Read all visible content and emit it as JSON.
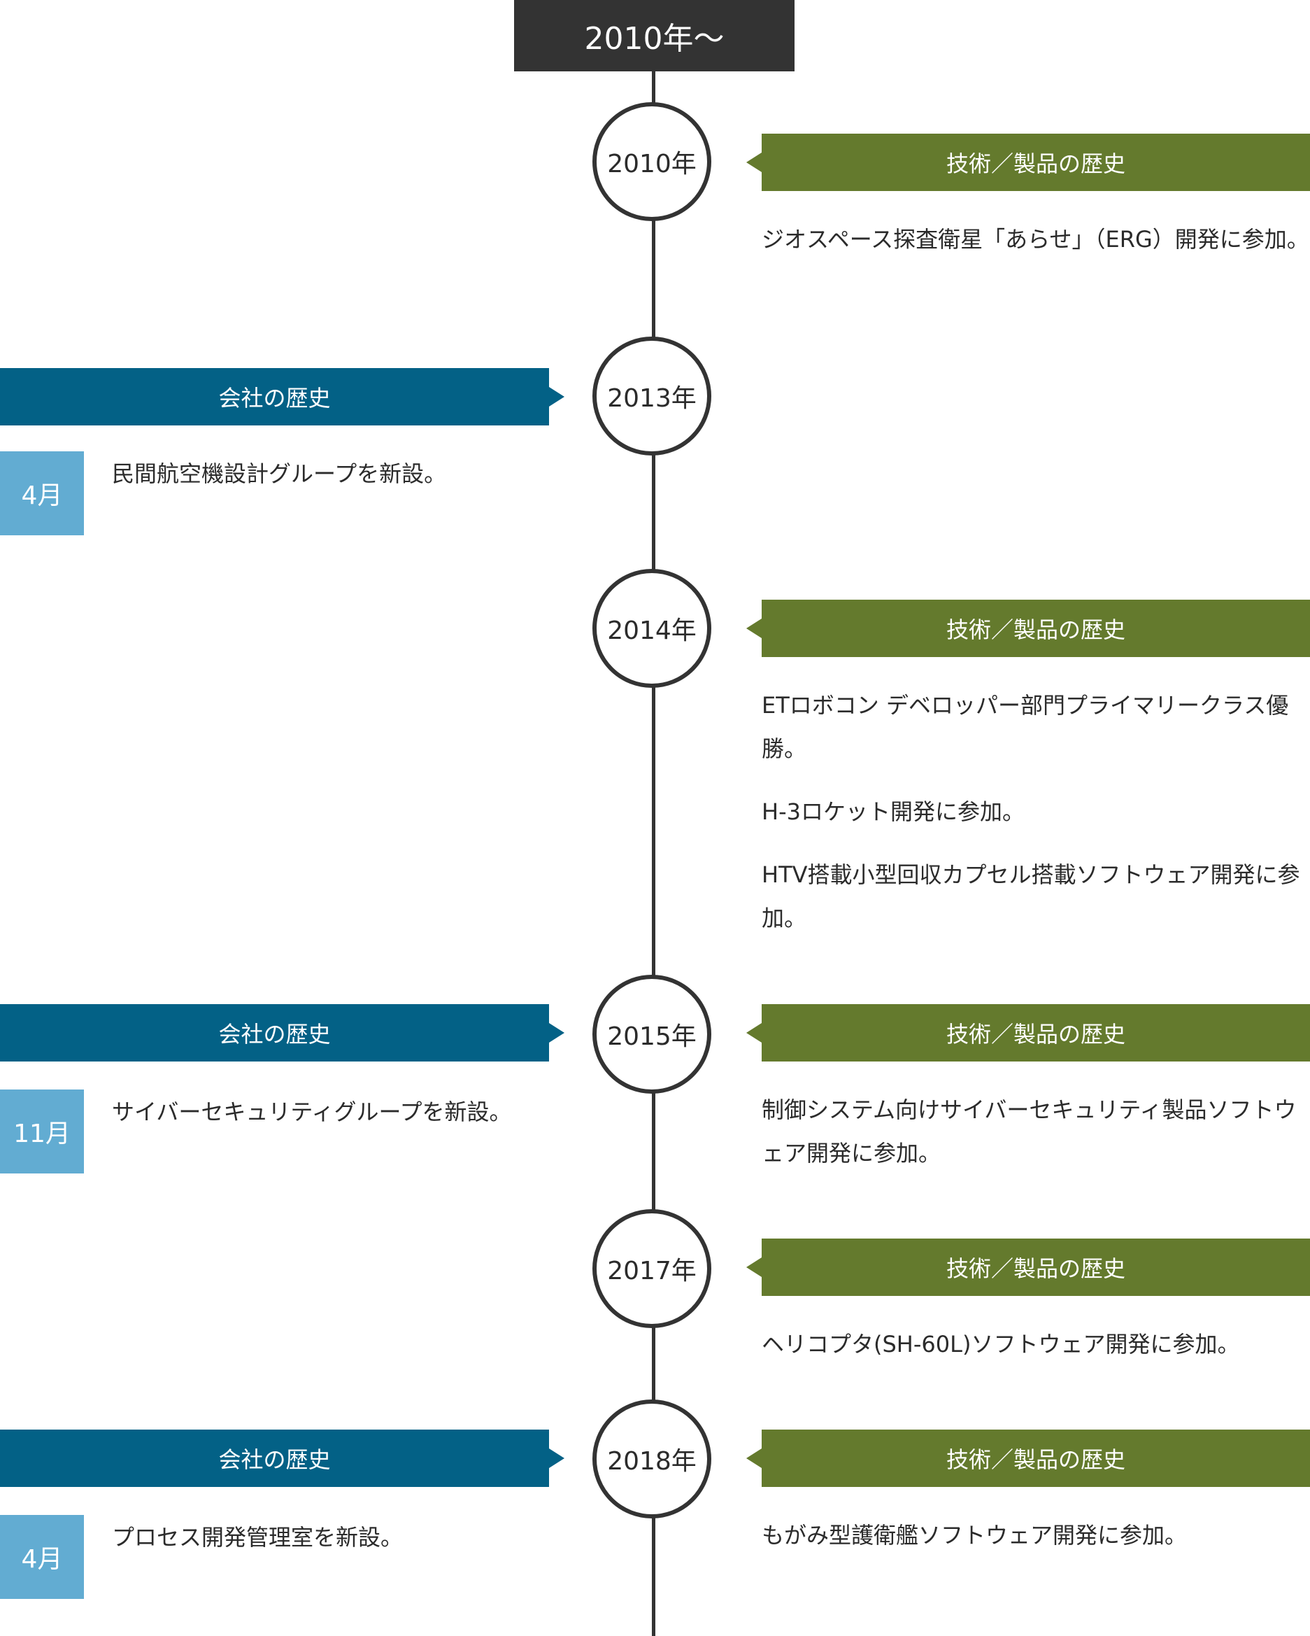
{
  "era": {
    "label": "2010年〜"
  },
  "colors": {
    "dark": "#333333",
    "company_header": "#036186",
    "tech_header": "#647a2d",
    "month_box": "#62acd2"
  },
  "headers": {
    "company": "会社の歴史",
    "tech": "技術／製品の歴史"
  },
  "years": [
    {
      "year": "2010年",
      "company": null,
      "tech": [
        "ジオスペース探査衛星「あらせ」（ERG）開発に参加。"
      ]
    },
    {
      "year": "2013年",
      "company": {
        "month": "4月",
        "text": "民間航空機設計グループを新設。"
      },
      "tech": []
    },
    {
      "year": "2014年",
      "company": null,
      "tech": [
        "ETロボコン デベロッパー部門プライマリークラス優勝。",
        "H-3ロケット開発に参加。",
        "HTV搭載小型回収カプセル搭載ソフトウェア開発に参加。"
      ]
    },
    {
      "year": "2015年",
      "company": {
        "month": "11月",
        "text": "サイバーセキュリティグループを新設。"
      },
      "tech": [
        "制御システム向けサイバーセキュリティ製品ソフトウェア開発に参加。"
      ]
    },
    {
      "year": "2017年",
      "company": null,
      "tech": [
        "ヘリコプタ(SH-60L)ソフトウェア開発に参加。"
      ]
    },
    {
      "year": "2018年",
      "company": {
        "month": "4月",
        "text": "プロセス開発管理室を新設。"
      },
      "tech": [
        "もがみ型護衛艦ソフトウェア開発に参加。"
      ]
    }
  ]
}
